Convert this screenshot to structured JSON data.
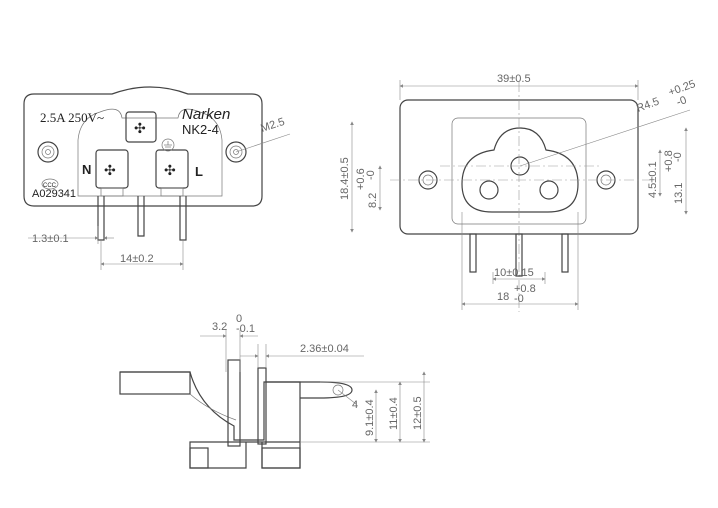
{
  "front_view": {
    "rating": "2.5A 250V~",
    "brand": "Narken",
    "model": "NK2-4",
    "neutral_label": "N",
    "live_label": "L",
    "cert_mark": "CCC",
    "cert_code": "A029341",
    "thread": "M2.5",
    "dim_pin_thickness": "1.3±0.1",
    "dim_pin_pitch": "14±0.2"
  },
  "panel_view": {
    "dim_width": "39±0.5",
    "dim_radius": "R4.5",
    "dim_radius_tol_upper": "+0.25",
    "dim_radius_tol_lower": "-0",
    "dim_total_height": "18.4±0.5",
    "dim_inner_a": "8.2",
    "dim_inner_a_tol_upper": "+0.6",
    "dim_inner_a_tol_lower": "-0",
    "dim_inner_b": "4.5±0.1",
    "dim_inner_c": "13.1",
    "dim_inner_c_tol_upper": "+0.8",
    "dim_inner_c_tol_lower": "-0",
    "dim_pin_span": "10±0.15",
    "dim_opening": "18",
    "dim_opening_tol_upper": "+0.8",
    "dim_opening_tol_lower": "-0"
  },
  "side_view": {
    "dim_flange": "3.2",
    "dim_flange_tol_upper": "0",
    "dim_flange_tol_lower": "-0.1",
    "dim_plate": "2.36±0.04",
    "dim_hole": "4",
    "dim_h1": "9.1±0.4",
    "dim_h2": "11±0.4",
    "dim_h3": "12±0.5"
  }
}
